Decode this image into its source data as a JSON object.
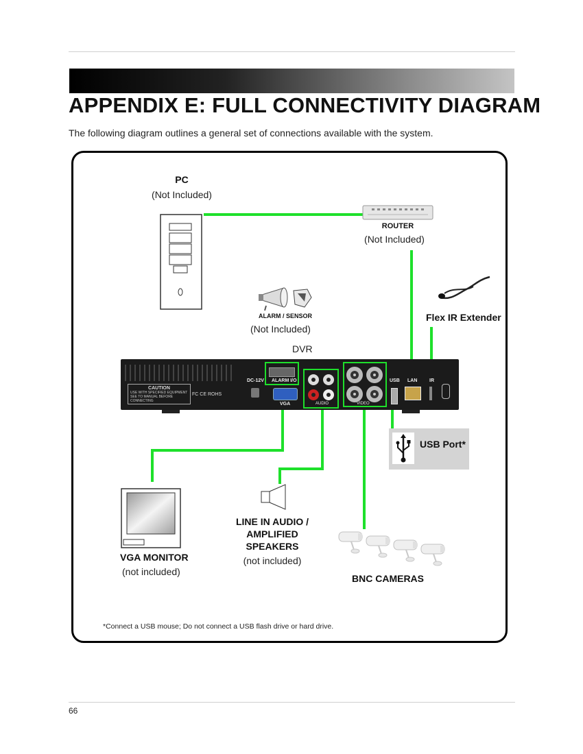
{
  "header": {
    "title": "APPENDIX E: FULL CONNECTIVITY DIAGRAM",
    "intro": "The following diagram outlines a general set of connections available with the system."
  },
  "diagram": {
    "pc": {
      "name": "PC",
      "note": "(Not Included)"
    },
    "router": {
      "name": "ROUTER",
      "note": "(Not Included)"
    },
    "alarm": {
      "name": "ALARM / SENSOR",
      "note": "(Not Included)"
    },
    "ir_extender": {
      "name": "Flex IR Extender"
    },
    "dvr": {
      "name": "DVR",
      "port_labels": {
        "power": "DC-12V",
        "alarm": "ALARM I/O",
        "vga": "VGA",
        "audio": "AUDIO",
        "video": "VIDEO",
        "usb": "USB",
        "lan": "LAN",
        "ir": "IR"
      },
      "caution_title": "CAUTION",
      "caution_text": "USE WITH SPECIFIED EQUIPMENT SEE TO MANUAL BEFORE CONNECTING",
      "cert_marks": "FC  CE  ROHS"
    },
    "usb_port": {
      "name": "USB Port*"
    },
    "vga_monitor": {
      "name": "VGA MONITOR",
      "note": "(not included)"
    },
    "audio": {
      "name_lines": [
        "LINE IN AUDIO /",
        "AMPLIFIED",
        "SPEAKERS"
      ],
      "note": "(not included)"
    },
    "cameras": {
      "name": "BNC CAMERAS"
    },
    "footnote": "*Connect a USB mouse; Do not connect a USB flash drive or hard drive.",
    "colors": {
      "wire": "#1ee02b",
      "dvr_body": "#1b1b1b",
      "frame": "#000000"
    },
    "icons": [
      "pc-tower-icon",
      "router-icon",
      "alarm-siren-icon",
      "motion-sensor-icon",
      "ir-extender-icon",
      "usb-icon",
      "monitor-icon",
      "speaker-icon",
      "camera-icon"
    ]
  },
  "footer": {
    "page_number": "66"
  }
}
